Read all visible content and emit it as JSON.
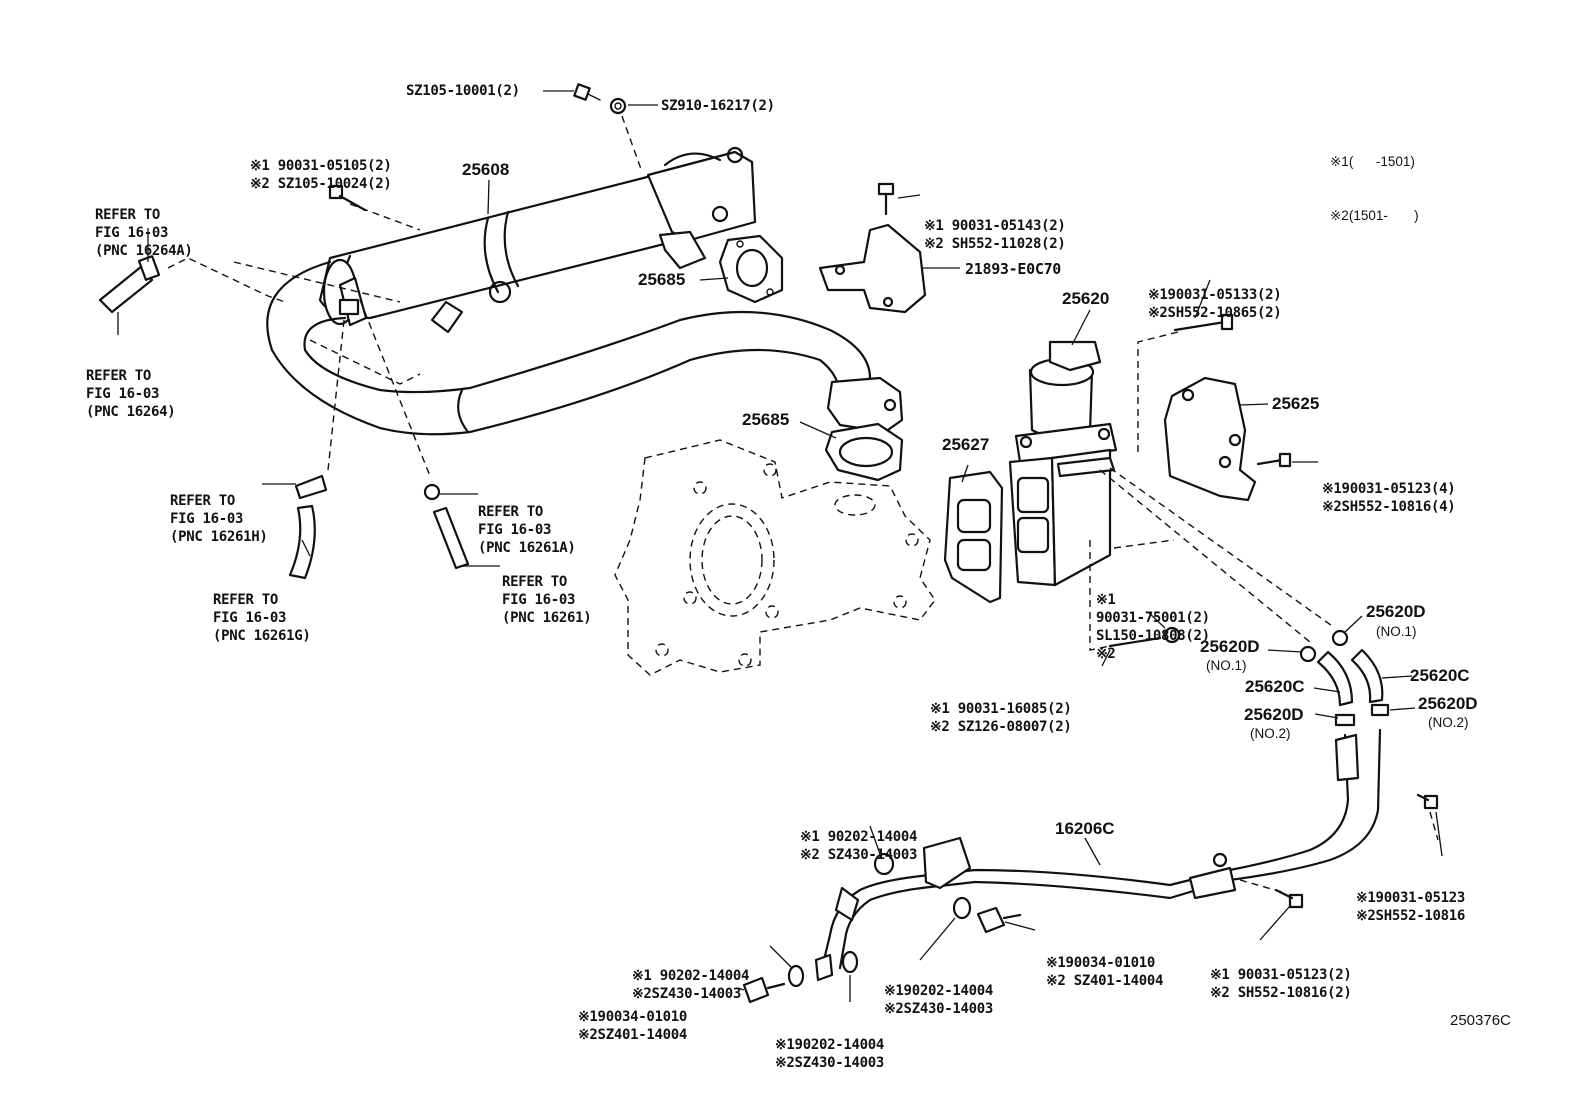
{
  "legend": {
    "line1": "※1(      -1501)",
    "line2": "※2(1501-       )"
  },
  "figure_id": "250376C",
  "refer": {
    "r1": {
      "a": "REFER TO",
      "b": "FIG 16-03",
      "c": "(PNC 16264A)"
    },
    "r2": {
      "a": "REFER TO",
      "b": "FIG 16-03",
      "c": "(PNC 16264)"
    },
    "r3": {
      "a": "REFER TO",
      "b": "FIG 16-03",
      "c": "(PNC 16261H)"
    },
    "r4": {
      "a": "REFER TO",
      "b": "FIG 16-03",
      "c": "(PNC 16261G)"
    },
    "r5": {
      "a": "REFER TO",
      "b": "FIG 16-03",
      "c": "(PNC 16261A)"
    },
    "r6": {
      "a": "REFER TO",
      "b": "FIG 16-03",
      "c": "(PNC 16261)"
    }
  },
  "parts": {
    "p25608": "25608",
    "p25685a": "25685",
    "p25685b": "25685",
    "p25620": "25620",
    "p25625": "25625",
    "p25627": "25627",
    "p16206c": "16206C",
    "p21893": "21893-E0C70",
    "p25620c_a": "25620C",
    "p25620c_b": "25620C",
    "p25620d_1": "25620D",
    "p25620d_1n": "(NO.1)",
    "p25620d_2": "25620D",
    "p25620d_2n": "(NO.1)",
    "p25620d_3": "25620D",
    "p25620d_3n": "(NO.2)",
    "p25620d_4": "25620D",
    "p25620d_4n": "(NO.2)"
  },
  "fasteners": {
    "f1": "SZ105-10001(2)",
    "f2": "SZ910-16217(2)",
    "f3a": "※1 90031-05105(2)",
    "f3b": "※2 SZ105-10024(2)",
    "f4a": "※1 90031-05143(2)",
    "f4b": "※2 SH552-11028(2)",
    "f5a": "※190031-05133(2)",
    "f5b": "※2SH552-10865(2)",
    "f6a": "※190031-05123(4)",
    "f6b": "※2SH552-10816(4)",
    "f7a": "※1",
    "f7b": "90031-75001(2)",
    "f7c": "SL150-10808(2)",
    "f7d": "※2",
    "f8a": "※1 90031-16085(2)",
    "f8b": "※2 SZ126-08007(2)",
    "f9a": "※1 90202-14004",
    "f9b": "※2 SZ430-14003",
    "f10a": "※190031-05123",
    "f10b": "※2SH552-10816",
    "f11a": "※1 90202-14004",
    "f11b": "※2SZ430-14003",
    "f12a": "※190202-14004",
    "f12b": "※2SZ430-14003",
    "f13a": "※190034-01010",
    "f13b": "※2 SZ401-14004",
    "f14a": "※1 90031-05123(2)",
    "f14b": "※2 SH552-10816(2)",
    "f15a": "※190034-01010",
    "f15b": "※2SZ401-14004",
    "f16a": "※190202-14004",
    "f16b": "※2SZ430-14003"
  }
}
